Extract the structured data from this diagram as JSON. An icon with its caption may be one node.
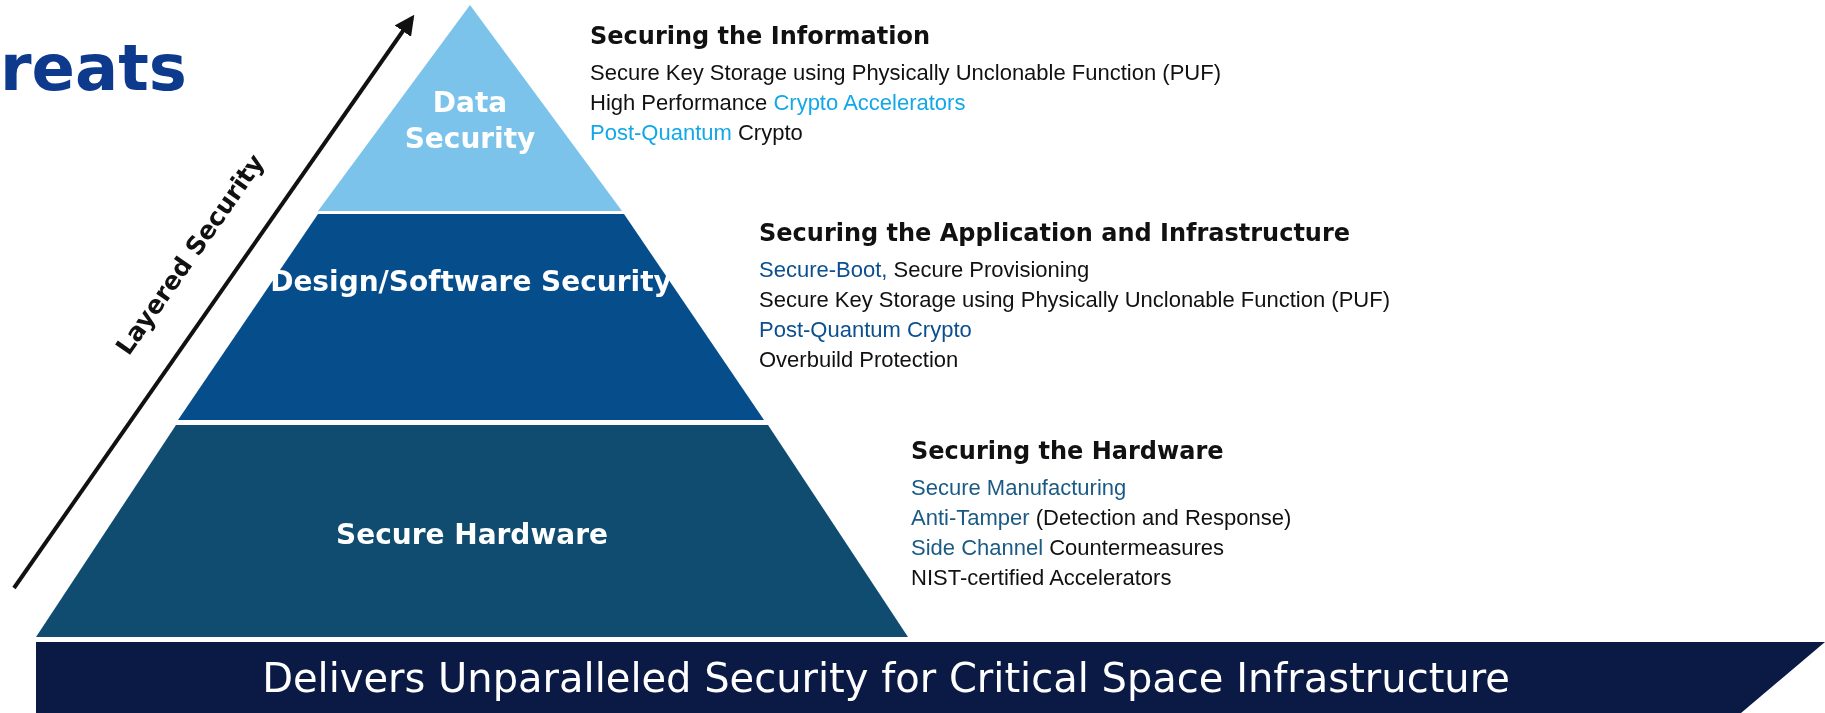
{
  "diagram": {
    "nodes": [
      {
        "text": [
          "Data Security"
        ],
        "beside": [
          "Securing the Information",
          "Secure Key Storage using Physically Unclonable Function (PUF)",
          "High Performance Crypto Accelerators",
          "Post-Quantum Crypto"
        ]
      },
      {
        "text": [
          "Design/Software Security"
        ],
        "beside": [
          "Securing the Application and Infrastructure",
          "Secure-Boot, Secure Provisioning",
          "Secure Key Storage using Physically Unclonable Function (PUF)",
          "Post-Quantum Crypto",
          "Overbuild Protection"
        ]
      },
      {
        "text": [
          "Secure Hardware"
        ],
        "beside": [
          "Securing the Hardware",
          "Secure Manufacturing",
          "Anti-Tamper (Detection and Response)",
          "Side Channel Countermeasures",
          "NIST-certified Accelerators"
        ]
      },
      {
        "text": [
          "Delivers Unparalleled Security for Critical Space Infrastructure"
        ]
      }
    ],
    "edges": [],
    "labels": [
      "reats",
      "Layered Security"
    ]
  }
}
